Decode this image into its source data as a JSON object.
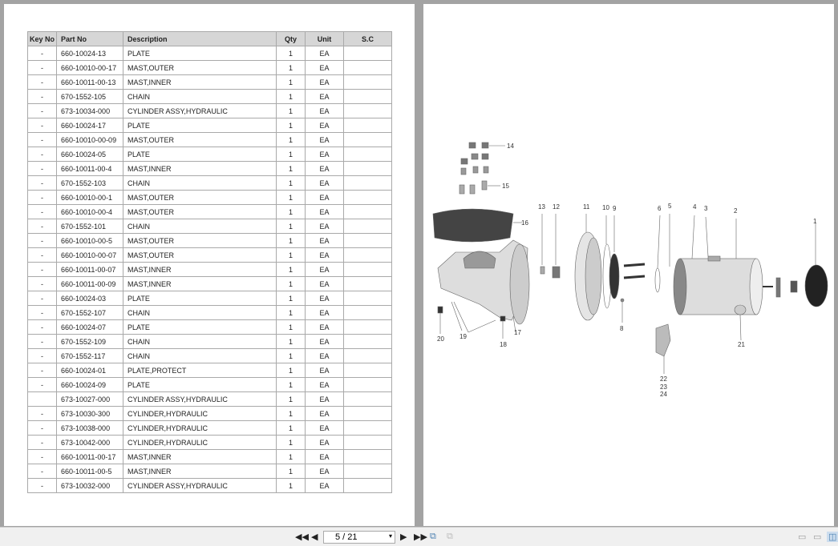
{
  "table": {
    "headers": [
      "Key No",
      "Part No",
      "Description",
      "Qty",
      "Unit",
      "S.C"
    ],
    "rows": [
      [
        "-",
        "660-10024-13",
        "PLATE",
        "1",
        "EA",
        ""
      ],
      [
        "-",
        "660-10010-00-17",
        "MAST,OUTER",
        "1",
        "EA",
        ""
      ],
      [
        "-",
        "660-10011-00-13",
        "MAST,INNER",
        "1",
        "EA",
        ""
      ],
      [
        "-",
        "670-1552-105",
        "CHAIN",
        "1",
        "EA",
        ""
      ],
      [
        "-",
        "673-10034-000",
        "CYLINDER ASSY,HYDRAULIC",
        "1",
        "EA",
        ""
      ],
      [
        "-",
        "660-10024-17",
        "PLATE",
        "1",
        "EA",
        ""
      ],
      [
        "-",
        "660-10010-00-09",
        "MAST,OUTER",
        "1",
        "EA",
        ""
      ],
      [
        "-",
        "660-10024-05",
        "PLATE",
        "1",
        "EA",
        ""
      ],
      [
        "-",
        "660-10011-00-4",
        "MAST,INNER",
        "1",
        "EA",
        ""
      ],
      [
        "-",
        "670-1552-103",
        "CHAIN",
        "1",
        "EA",
        ""
      ],
      [
        "-",
        "660-10010-00-1",
        "MAST,OUTER",
        "1",
        "EA",
        ""
      ],
      [
        "-",
        "660-10010-00-4",
        "MAST,OUTER",
        "1",
        "EA",
        ""
      ],
      [
        "-",
        "670-1552-101",
        "CHAIN",
        "1",
        "EA",
        ""
      ],
      [
        "-",
        "660-10010-00-5",
        "MAST,OUTER",
        "1",
        "EA",
        ""
      ],
      [
        "-",
        "660-10010-00-07",
        "MAST,OUTER",
        "1",
        "EA",
        ""
      ],
      [
        "-",
        "660-10011-00-07",
        "MAST,INNER",
        "1",
        "EA",
        ""
      ],
      [
        "-",
        "660-10011-00-09",
        "MAST,INNER",
        "1",
        "EA",
        ""
      ],
      [
        "-",
        "660-10024-03",
        "PLATE",
        "1",
        "EA",
        ""
      ],
      [
        "-",
        "670-1552-107",
        "CHAIN",
        "1",
        "EA",
        ""
      ],
      [
        "-",
        "660-10024-07",
        "PLATE",
        "1",
        "EA",
        ""
      ],
      [
        "-",
        "670-1552-109",
        "CHAIN",
        "1",
        "EA",
        ""
      ],
      [
        "-",
        "670-1552-117",
        "CHAIN",
        "1",
        "EA",
        ""
      ],
      [
        "-",
        "660-10024-01",
        "PLATE,PROTECT",
        "1",
        "EA",
        ""
      ],
      [
        "-",
        "660-10024-09",
        "PLATE",
        "1",
        "EA",
        ""
      ],
      [
        "",
        "673-10027-000",
        "CYLINDER ASSY,HYDRAULIC",
        "1",
        "EA",
        ""
      ],
      [
        "-",
        "673-10030-300",
        "CYLINDER,HYDRAULIC",
        "1",
        "EA",
        ""
      ],
      [
        "-",
        "673-10038-000",
        "CYLINDER,HYDRAULIC",
        "1",
        "EA",
        ""
      ],
      [
        "-",
        "673-10042-000",
        "CYLINDER,HYDRAULIC",
        "1",
        "EA",
        ""
      ],
      [
        "-",
        "660-10011-00-17",
        "MAST,INNER",
        "1",
        "EA",
        ""
      ],
      [
        "-",
        "660-10011-00-5",
        "MAST,INNER",
        "1",
        "EA",
        ""
      ],
      [
        "-",
        "673-10032-000",
        "CYLINDER ASSY,HYDRAULIC",
        "1",
        "EA",
        ""
      ]
    ]
  },
  "diagram": {
    "callouts": [
      "14",
      "15",
      "16",
      "13",
      "12",
      "11",
      "10",
      "9",
      "6",
      "5",
      "4",
      "3",
      "2",
      "1",
      "20",
      "19",
      "18",
      "17",
      "8",
      "22",
      "23",
      "24",
      "21"
    ]
  },
  "toolbar": {
    "page_indicator": "5 / 21",
    "icons": [
      "first-page-icon",
      "prev-page-icon",
      "next-page-icon",
      "last-page-icon",
      "rotate-icon",
      "copy-icon",
      "single-page-icon",
      "continuous-page-icon",
      "two-page-icon"
    ]
  }
}
